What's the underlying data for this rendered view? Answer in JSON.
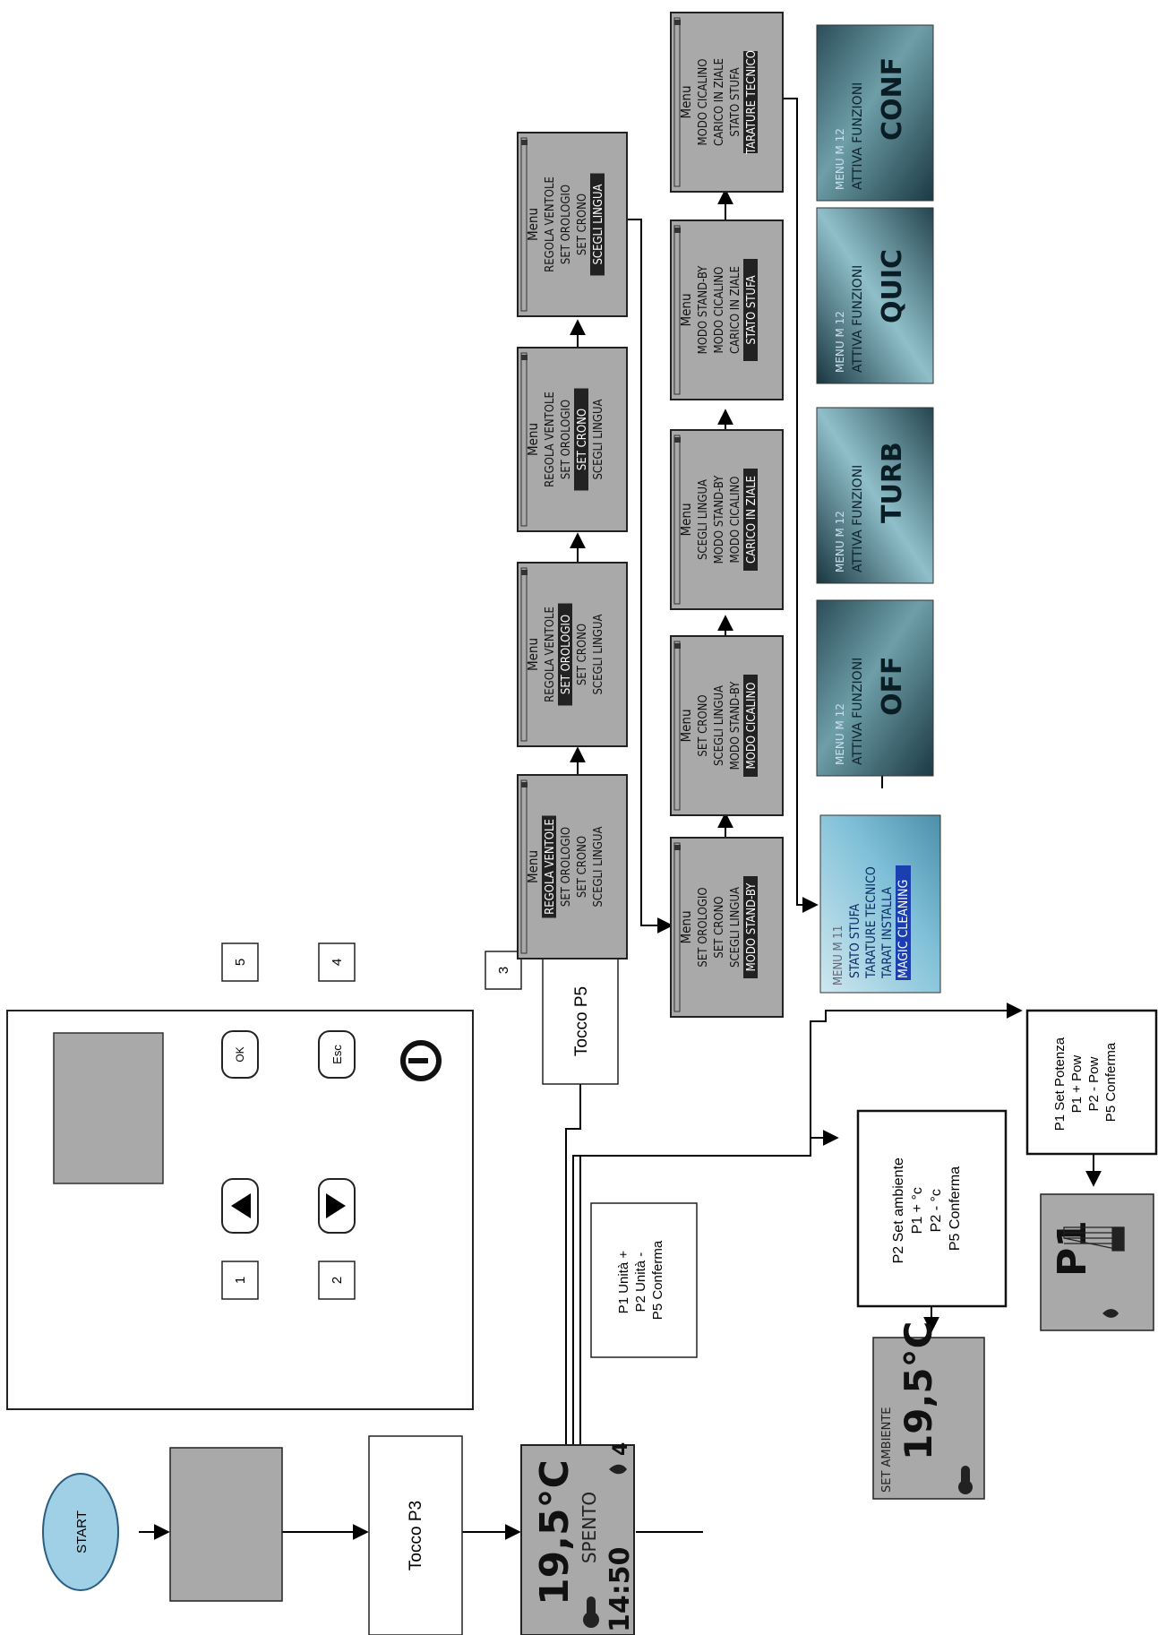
{
  "start": {
    "label": "START"
  },
  "steps": {
    "tocco_p3": "Tocco P3",
    "tocco_p5": "Tocco P5"
  },
  "main_display": {
    "temperature": "19,5°C",
    "status": "SPENTO",
    "time": "14:50",
    "power_level": "4"
  },
  "keypad": {
    "buttons": [
      {
        "id": "up",
        "label": "▲",
        "number": "1"
      },
      {
        "id": "down",
        "label": "▼",
        "number": "2"
      },
      {
        "id": "power",
        "label": "⏻",
        "number": "3"
      },
      {
        "id": "esc",
        "label": "Esc",
        "number": "4"
      },
      {
        "id": "ok",
        "label": "OK",
        "number": "5"
      }
    ]
  },
  "clock_instructions": [
    "P1 Unità +",
    "P2 Unità -",
    "P5 Conferma"
  ],
  "set_ambiente_instructions": [
    "P2  Set ambiente",
    "P1 + °c",
    "P2 - °c",
    "P5 Conferma"
  ],
  "set_ambiente_display": {
    "title": "SET AMBIENTE",
    "value": "19,5°C"
  },
  "set_potenza_instructions": [
    "P1  Set Potenza",
    "P1 + Pow",
    "P2 - Pow",
    "P5 Conferma"
  ],
  "potenza_display": {
    "value": "P1"
  },
  "menu_row1": [
    {
      "title": "Menu",
      "items": [
        "REGOLA VENTOLE",
        "SET OROLOGIO",
        "SET CRONO",
        "SCEGLI LINGUA"
      ],
      "selected": 0
    },
    {
      "title": "Menu",
      "items": [
        "REGOLA VENTOLE",
        "SET OROLOGIO",
        "SET CRONO",
        "SCEGLI LINGUA"
      ],
      "selected": 1
    },
    {
      "title": "Menu",
      "items": [
        "REGOLA VENTOLE",
        "SET OROLOGIO",
        "SET CRONO",
        "SCEGLI LINGUA"
      ],
      "selected": 2
    },
    {
      "title": "Menu",
      "items": [
        "REGOLA VENTOLE",
        "SET OROLOGIO",
        "SET CRONO",
        "SCEGLI LINGUA"
      ],
      "selected": 3
    }
  ],
  "menu_row2": [
    {
      "title": "Menu",
      "items": [
        "SET OROLOGIO",
        "SET CRONO",
        "SCEGLI LINGUA",
        "MODO STAND-BY"
      ],
      "selected": 3
    },
    {
      "title": "Menu",
      "items": [
        "SET CRONO",
        "SCEGLI LINGUA",
        "MODO STAND-BY",
        "MODO CICALINO"
      ],
      "selected": 3
    },
    {
      "title": "Menu",
      "items": [
        "SCEGLI LINGUA",
        "MODO STAND-BY",
        "MODO CICALINO",
        "CARICO IN ZIALE"
      ],
      "selected": 3
    },
    {
      "title": "Menu",
      "items": [
        "MODO STAND-BY",
        "MODO CICALINO",
        "CARICO IN ZIALE",
        "STATO STUFA"
      ],
      "selected": 3
    },
    {
      "title": "Menu",
      "items": [
        "MODO CICALINO",
        "CARICO IN ZIALE",
        "STATO STUFA",
        "TARATURE TECNICO"
      ],
      "selected": 3
    }
  ],
  "menu_m11": {
    "header": "MENU M    11",
    "items": [
      "STATO STUFA",
      "TARATURE TECNICO",
      "TARAT INSTALLA",
      "MAGIC CLEANING"
    ],
    "selected": 3
  },
  "functions": [
    {
      "header": "MENU M    12",
      "subtitle": "ATTIVA FUNZIONI",
      "value": "OFF"
    },
    {
      "header": "MENU M    12",
      "subtitle": "ATTIVA FUNZIONI",
      "value": "TURB"
    },
    {
      "header": "MENU M    12",
      "subtitle": "ATTIVA FUNZIONI",
      "value": "QUIC"
    },
    {
      "header": "MENU M    12",
      "subtitle": "ATTIVA FUNZIONI",
      "value": "CONF"
    }
  ],
  "colors": {
    "lcd_gray": "#a9a9a9",
    "start_fill": "#9fd0e6",
    "photo_dark": "#1e3f4c",
    "photo_light": "#8ecfe6"
  }
}
